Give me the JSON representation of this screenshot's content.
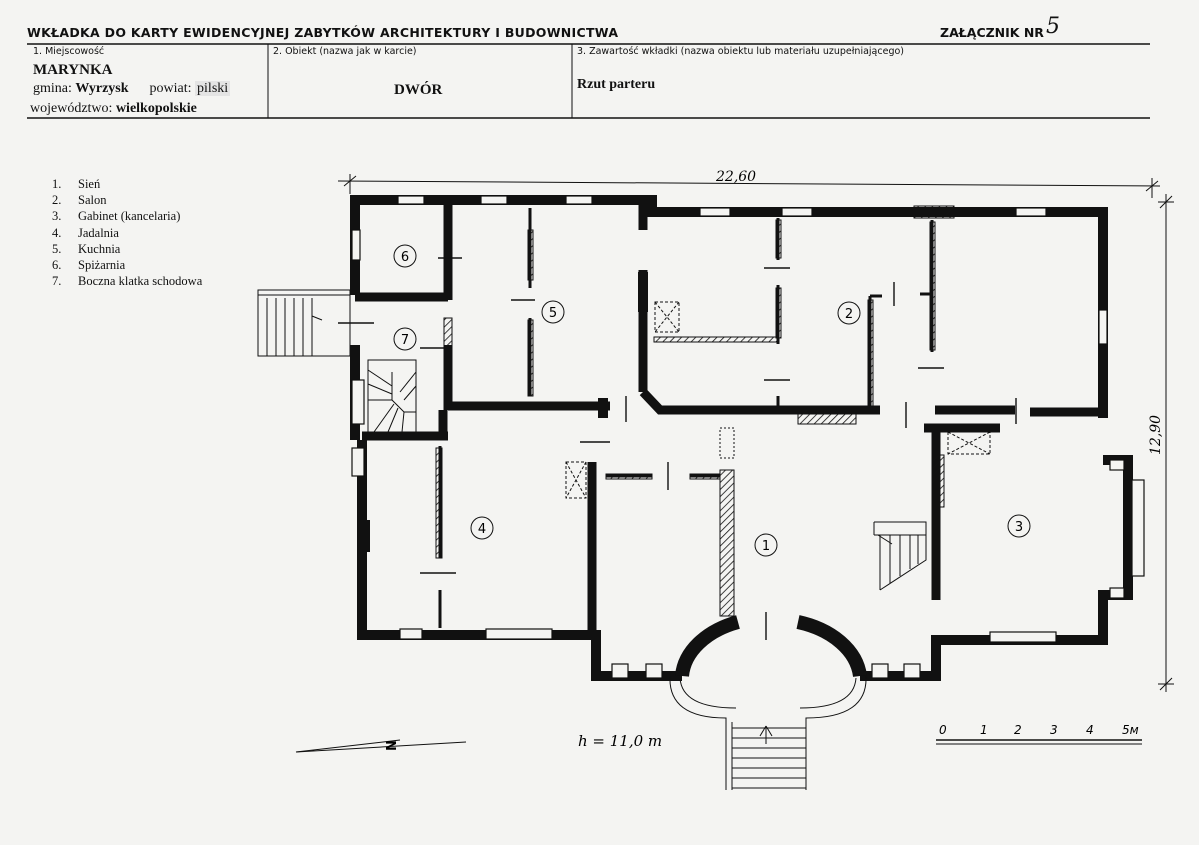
{
  "header": {
    "title": "WKŁADKA DO KARTY EWIDENCYJNEJ ZABYTKÓW ARCHITEKTURY I BUDOWNICTWA",
    "annex_label": "ZAŁĄCZNIK NR",
    "annex_number": "5"
  },
  "fields": {
    "locality_caption": "1. Miejscowość",
    "locality": "MARYNKA",
    "gmina_label": "gmina:",
    "gmina_value": "Wyrzysk",
    "powiat_label": "powiat:",
    "powiat_value": "pilski",
    "woj_label": "województwo:",
    "woj_value": "wielkopolskie",
    "object_caption": "2. Obiekt (nazwa jak w karcie)",
    "object_name": "DWÓR",
    "content_caption": "3. Zawartość wkładki (nazwa obiektu lub materiału uzupełniającego)",
    "content": "Rzut parteru"
  },
  "legend": [
    {
      "num": "1.",
      "label": "Sień"
    },
    {
      "num": "2.",
      "label": "Salon"
    },
    {
      "num": "3.",
      "label": "Gabinet (kancelaria)"
    },
    {
      "num": "4.",
      "label": "Jadalnia"
    },
    {
      "num": "5.",
      "label": "Kuchnia"
    },
    {
      "num": "6.",
      "label": "Spiżarnia"
    },
    {
      "num": "7.",
      "label": "Boczna klatka schodowa"
    }
  ],
  "plan": {
    "width_dim": "22,60",
    "depth_dim": "12,90",
    "height_note": "h = 11,0 m",
    "north": "N",
    "room_numbers": [
      "1",
      "2",
      "3",
      "4",
      "5",
      "6",
      "7"
    ],
    "scale_labels": [
      "0",
      "1",
      "2",
      "3",
      "4",
      "5м"
    ]
  }
}
